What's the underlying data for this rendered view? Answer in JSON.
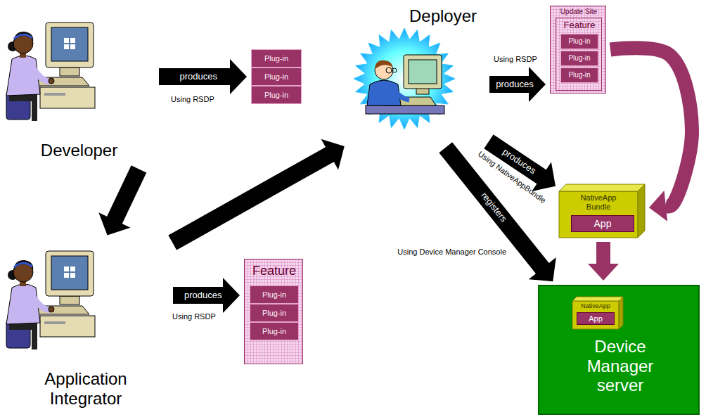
{
  "diagram": {
    "nodes": [
      {
        "text": [
          "Developer"
        ]
      },
      {
        "text": [
          "Plug-in"
        ]
      },
      {
        "text": [
          "Plug-in"
        ]
      },
      {
        "text": [
          "Plug-in"
        ]
      },
      {
        "text": [
          "Application Integrator"
        ]
      },
      {
        "text": [
          "Feature"
        ]
      },
      {
        "text": [
          "Plug-in"
        ],
        "in": 5
      },
      {
        "text": [
          "Plug-in"
        ],
        "in": 5
      },
      {
        "text": [
          "Plug-in"
        ],
        "in": 5
      },
      {
        "text": [
          "Deployer"
        ]
      },
      {
        "text": [
          "Update Site"
        ]
      },
      {
        "text": [
          "Feature"
        ],
        "in": 10
      },
      {
        "text": [
          "Plug-in"
        ],
        "in": 11
      },
      {
        "text": [
          "Plug-in"
        ],
        "in": 11
      },
      {
        "text": [
          "Plug-in"
        ],
        "in": 11
      },
      {
        "text": [
          "NativeApp Bundle"
        ]
      },
      {
        "text": [
          "App"
        ],
        "in": 15
      },
      {
        "text": [
          "Device Manager server"
        ]
      },
      {
        "text": [
          "NativeApp"
        ],
        "in": 17
      },
      {
        "text": [
          "App"
        ],
        "in": 18
      }
    ],
    "edges": [
      {
        "from": 0,
        "to": 2,
        "label": "produces",
        "arrow": "to"
      },
      {
        "from": 0,
        "to": 4,
        "arrow": "to"
      },
      {
        "from": 4,
        "to": 5,
        "label": "produces",
        "arrow": "to"
      },
      {
        "from": 4,
        "to": 9,
        "arrow": "to"
      },
      {
        "from": 9,
        "to": 10,
        "label": "produces",
        "arrow": "to"
      },
      {
        "from": 9,
        "to": 15,
        "label": "produces",
        "arrow": "to"
      },
      {
        "from": 9,
        "to": 17,
        "label": "registers",
        "arrow": "to"
      },
      {
        "from": 10,
        "to": 15,
        "arrow": "to"
      },
      {
        "from": 15,
        "to": 17,
        "arrow": "to"
      }
    ],
    "labels": [
      "Using RSDP",
      "Using RSDP",
      "Using RSDP",
      "Using NativeAppBundle",
      "Using Device Manager Console"
    ]
  }
}
